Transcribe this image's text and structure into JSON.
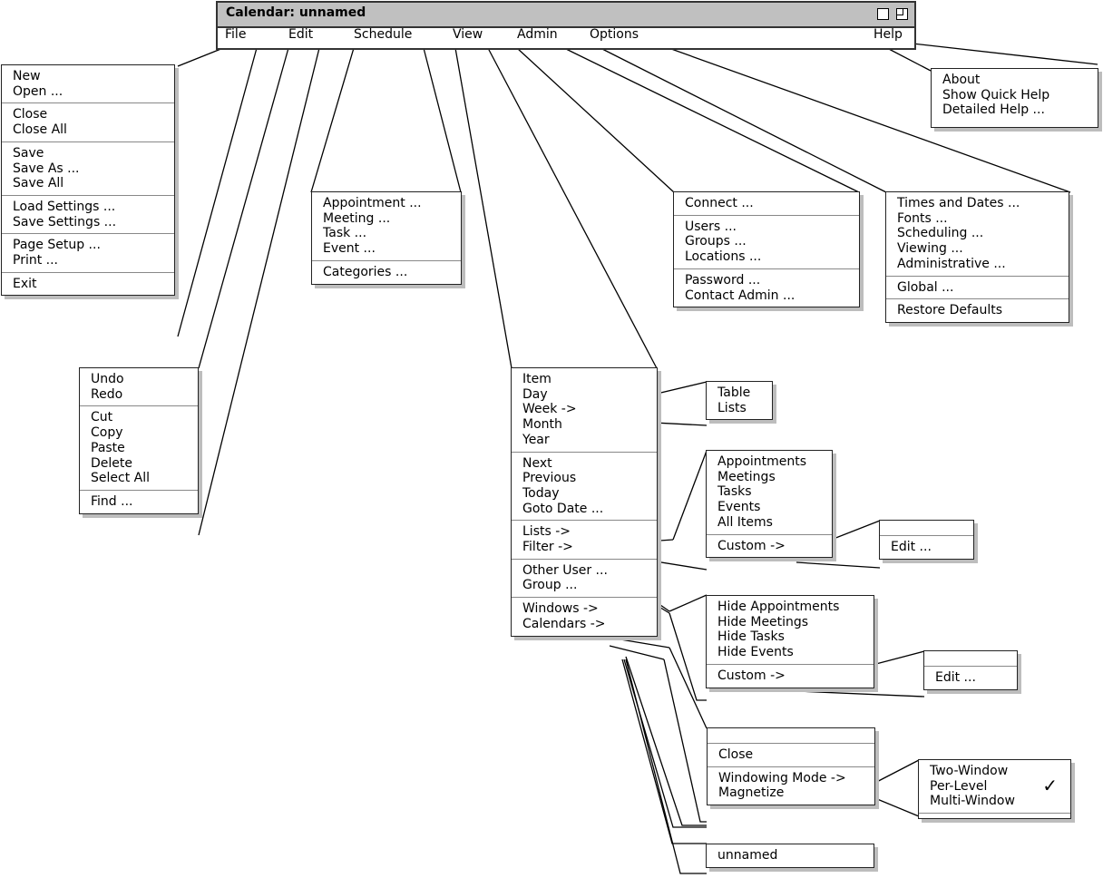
{
  "window": {
    "title": "Calendar: unnamed",
    "buttons": [
      "maximize-icon",
      "restore-icon"
    ]
  },
  "menubar": [
    "File",
    "Edit",
    "Schedule",
    "View",
    "Admin",
    "Options",
    "Help"
  ],
  "menus": {
    "file": [
      [
        "New",
        "Open ..."
      ],
      [
        "Close",
        "Close All"
      ],
      [
        "Save",
        "Save As ...",
        "Save All"
      ],
      [
        "Load Settings ...",
        "Save Settings ..."
      ],
      [
        "Page Setup ...",
        "Print ..."
      ],
      [
        "Exit"
      ]
    ],
    "edit": [
      [
        "Undo",
        "Redo"
      ],
      [
        "Cut",
        "Copy",
        "Paste",
        "Delete",
        "Select All"
      ],
      [
        "Find ..."
      ]
    ],
    "schedule": [
      [
        "Appointment ...",
        "Meeting ...",
        "Task ...",
        "Event ..."
      ],
      [
        "Categories ..."
      ]
    ],
    "view": [
      [
        "Item",
        "Day",
        "Week ->",
        "Month",
        "Year"
      ],
      [
        "Next",
        "Previous",
        "Today",
        "Goto Date ..."
      ],
      [
        "Lists ->",
        "Filter ->"
      ],
      [
        "Other User ...",
        "Group ..."
      ],
      [
        "Windows ->",
        "Calendars ->"
      ]
    ],
    "admin": [
      [
        "Connect ..."
      ],
      [
        "Users ...",
        "Groups ...",
        "Locations ..."
      ],
      [
        "Password ...",
        "Contact Admin ..."
      ]
    ],
    "options": [
      [
        "Times and Dates ...",
        "Fonts ...",
        "Scheduling ...",
        "Viewing ...",
        "Administrative ..."
      ],
      [
        "Global ..."
      ],
      [
        "Restore Defaults"
      ]
    ],
    "help": [
      [
        "About",
        "Show Quick Help",
        "Detailed Help ..."
      ]
    ],
    "week_sub": [
      [
        "Table",
        "Lists"
      ]
    ],
    "lists_sub": [
      [
        "Appointments",
        "Meetings",
        "Tasks",
        "Events",
        "All Items"
      ],
      [
        "Custom ->"
      ]
    ],
    "lists_custom_sub": [
      [],
      [
        "Edit ..."
      ]
    ],
    "filter_sub": [
      [
        "Hide Appointments",
        "Hide Meetings",
        "Hide Tasks",
        "Hide Events"
      ],
      [
        "Custom ->"
      ]
    ],
    "filter_custom_sub": [
      [],
      [
        "Edit ..."
      ]
    ],
    "windows_sub": [
      [],
      [
        "Close"
      ],
      [
        "Windowing Mode ->",
        "Magnetize"
      ]
    ],
    "windowing_mode_sub": [
      [
        "Two-Window",
        "Per-Level",
        "Multi-Window"
      ]
    ],
    "calendars_sub": [
      [
        "unnamed"
      ]
    ]
  },
  "windowing_mode_checked": "Per-Level",
  "check_glyph": "✓"
}
